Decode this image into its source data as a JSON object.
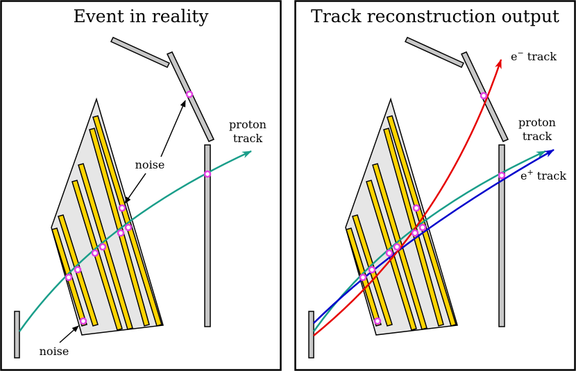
{
  "panels": [
    {
      "title": "Event in reality",
      "labels": {
        "noise_top": "noise",
        "noise_bottom": "noise",
        "proton_line1": "proton",
        "proton_line2": "track"
      }
    },
    {
      "title": "Track reconstruction output",
      "labels": {
        "proton_line1": "proton",
        "proton_line2": "track",
        "electron_prefix": "e",
        "electron_sup": "−",
        "electron_suffix": " track",
        "positron_prefix": "e",
        "positron_sup": "+",
        "positron_suffix": " track"
      }
    }
  ],
  "colors": {
    "proton_track": "#1a9e8a",
    "electron_track": "#e60000",
    "positron_track": "#0000cc",
    "strip": "#ffd400",
    "hit": "#e040e0",
    "detector": "#c8c8c8",
    "module": "#e6e6e6"
  }
}
